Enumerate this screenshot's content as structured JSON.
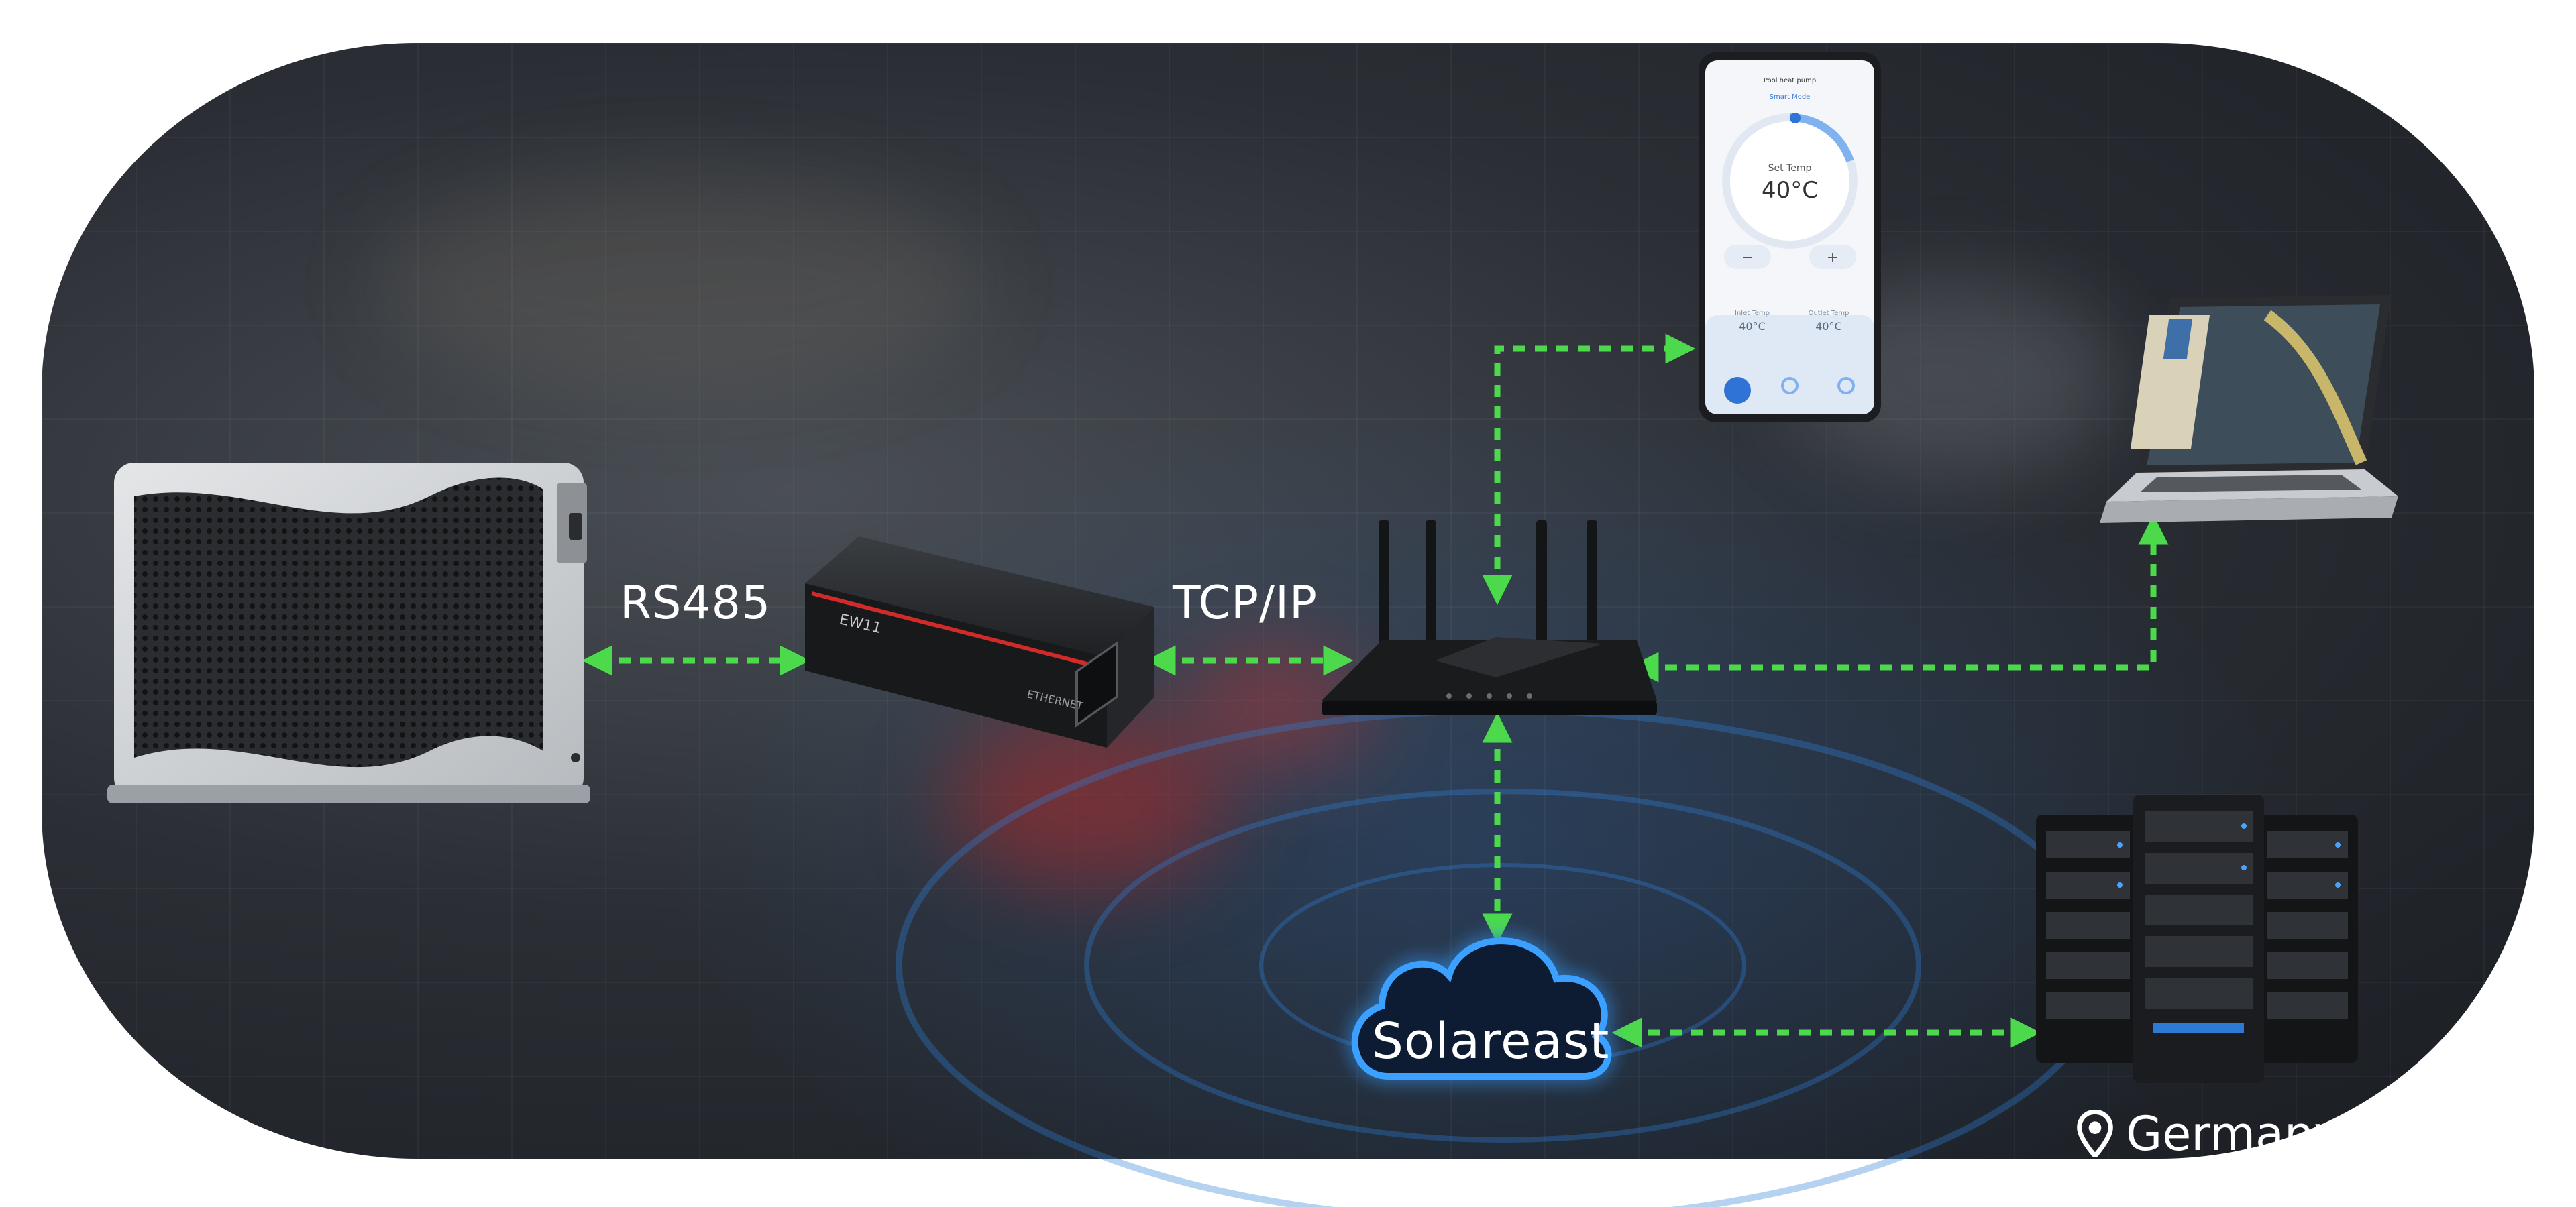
{
  "labels": {
    "rs485": "RS485",
    "tcpip": "TCP/IP",
    "cloud": "Solareast",
    "location": "Germany"
  },
  "phone": {
    "title": "Pool heat pump",
    "subtitle": "Smart Mode",
    "set_temp_label": "Set Temp",
    "set_temp_value": "40°C",
    "minus": "−",
    "plus": "+",
    "inlet_label": "Inlet Temp",
    "inlet_value": "40°C",
    "outlet_label": "Outlet Temp",
    "outlet_value": "40°C"
  },
  "device": {
    "label_top": "EW11",
    "label_side": "ETHERNET"
  },
  "icons": {
    "location": "map-pin-icon"
  },
  "colors": {
    "link": "#4cd94c",
    "cloud_glow": "#3aa0ff",
    "scene_dark": "#22262b"
  }
}
